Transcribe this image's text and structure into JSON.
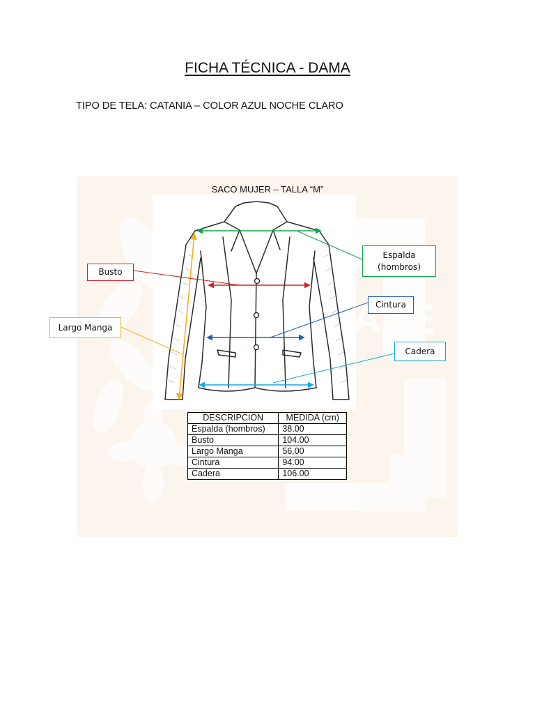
{
  "header": {
    "title": "FICHA TÉCNICA - DAMA",
    "fabric_line": "TIPO DE TELA: CATANIA – COLOR AZUL NOCHE CLARO"
  },
  "figure": {
    "caption": "SACO MUJER – TALLA “M”",
    "labels": {
      "espalda": "Espalda\n(hombros)",
      "busto": "Busto",
      "cintura": "Cintura",
      "largo_manga": "Largo Manga",
      "cadera": "Cadera"
    },
    "label_colors": {
      "espalda": "#10a54a",
      "busto": "#d51f26",
      "cintura": "#1e5fb4",
      "largo_manga": "#f2b21c",
      "cadera": "#18a6df"
    }
  },
  "table": {
    "headers": [
      "DESCRIPCION",
      "MEDIDA (cm)"
    ],
    "rows": [
      [
        "Espalda (hombros)",
        "38.00"
      ],
      [
        "Busto",
        "104.00"
      ],
      [
        "Largo Manga",
        "56.00"
      ],
      [
        "Cintura",
        "94.00"
      ],
      [
        "Cadera",
        "106.00"
      ]
    ]
  }
}
